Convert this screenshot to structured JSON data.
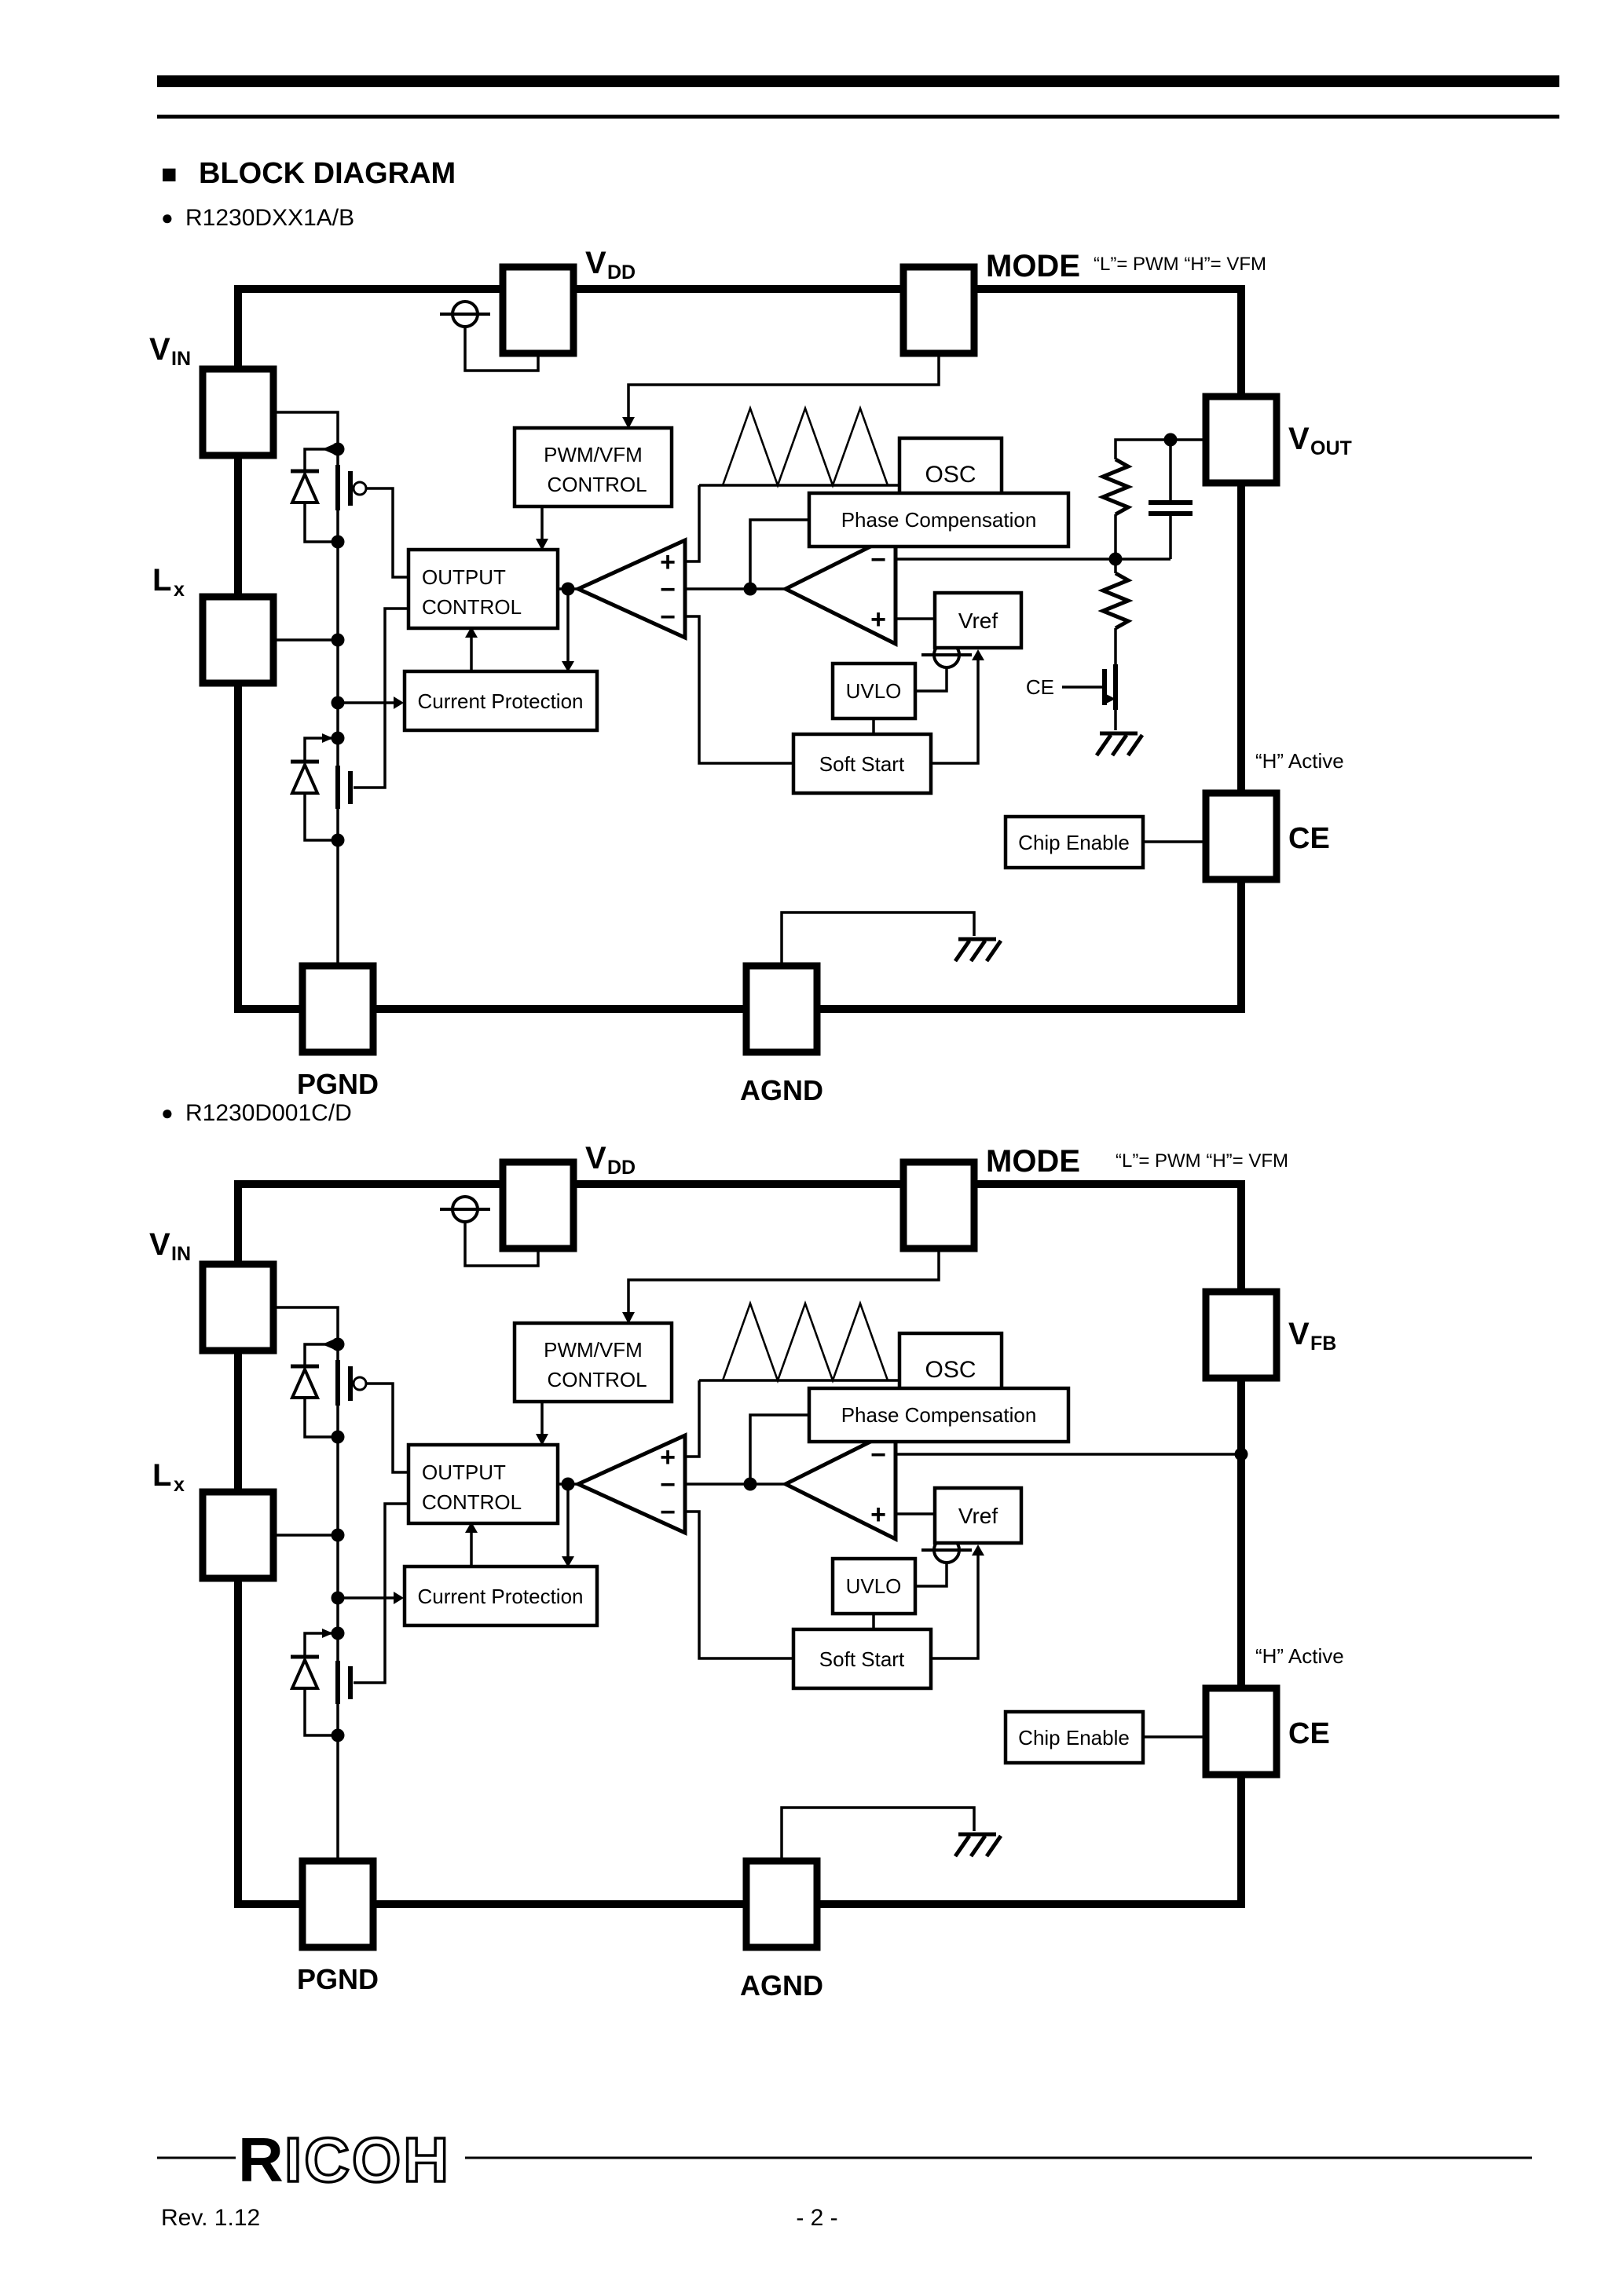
{
  "header": {
    "square_icon": "■",
    "title": "BLOCK DIAGRAM"
  },
  "diagram1": {
    "bullet": "●",
    "part_name": "R1230DXX1A/B",
    "mode_note": "“L”= PWM   “H”= VFM",
    "h_active": "“H” Active",
    "ce_gate_label": "CE",
    "pins": {
      "vdd": "V",
      "vdd_sub": "DD",
      "vin": "V",
      "vin_sub": "IN",
      "lx": "L",
      "lx_sub": "x",
      "mode": "MODE",
      "vout": "V",
      "vout_sub": "OUT",
      "ce": "CE",
      "pgnd": "PGND",
      "agnd": "AGND"
    },
    "blocks": {
      "pwm_vfm_1": "PWM/VFM",
      "pwm_vfm_2": "CONTROL",
      "osc": "OSC",
      "phase_comp": "Phase Compensation",
      "output_1": "OUTPUT",
      "output_2": "CONTROL",
      "current_prot": "Current Protection",
      "vref": "Vref",
      "uvlo": "UVLO",
      "soft_start": "Soft Start",
      "chip_enable": "Chip Enable"
    },
    "ops": {
      "plus": "+",
      "minus": "−"
    }
  },
  "diagram2": {
    "bullet": "●",
    "part_name": "R1230D001C/D",
    "mode_note": "“L”= PWM “H”= VFM",
    "h_active": "“H” Active",
    "pins": {
      "vdd": "V",
      "vdd_sub": "DD",
      "vin": "V",
      "vin_sub": "IN",
      "lx": "L",
      "lx_sub": "x",
      "mode": "MODE",
      "vfb": "V",
      "vfb_sub": "FB",
      "ce": "CE",
      "pgnd": "PGND",
      "agnd": "AGND"
    },
    "blocks": {
      "pwm_vfm_1": "PWM/VFM",
      "pwm_vfm_2": "CONTROL",
      "osc": "OSC",
      "phase_comp": "Phase Compensation",
      "output_1": "OUTPUT",
      "output_2": "CONTROL",
      "current_prot": "Current Protection",
      "vref": "Vref",
      "uvlo": "UVLO",
      "soft_start": "Soft Start",
      "chip_enable": "Chip Enable"
    },
    "ops": {
      "plus": "+",
      "minus": "−"
    }
  },
  "footer": {
    "logo_r": "R",
    "logo_rest": "ICOH",
    "rev": "Rev. 1.12",
    "page_num": "- 2 -"
  }
}
